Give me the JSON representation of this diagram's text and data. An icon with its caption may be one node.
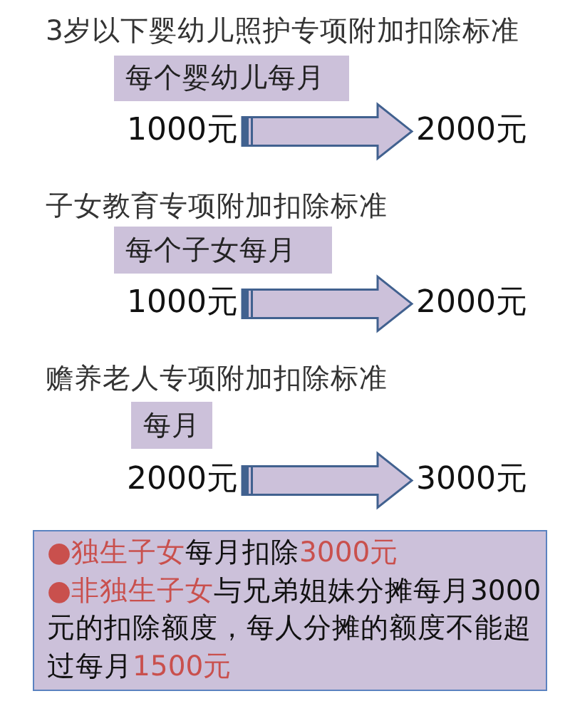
{
  "diagram": {
    "nodes": [
      {
        "text": [
          "每个婴幼儿每月"
        ]
      },
      {
        "text": [
          "1000元"
        ]
      },
      {
        "text": [
          "2000元"
        ]
      },
      {
        "text": [
          "每个子女每月"
        ]
      },
      {
        "text": [
          "1000元"
        ]
      },
      {
        "text": [
          "2000元"
        ]
      },
      {
        "text": [
          "每月"
        ]
      },
      {
        "text": [
          "2000元"
        ]
      },
      {
        "text": [
          "3000元"
        ]
      },
      {
        "text": [
          "●独生子女每月扣除3000元",
          "●非独生子女与兄弟姐妹分摊每月3000元的扣除额度，每人分摊的额度不能超过每月1500元"
        ]
      }
    ],
    "edges": [
      {
        "from": 1,
        "to": 2,
        "arrow": "to"
      },
      {
        "from": 4,
        "to": 5,
        "arrow": "to"
      },
      {
        "from": 7,
        "to": 8,
        "arrow": "to"
      }
    ],
    "labels": [
      "3岁以下婴幼儿照护专项附加扣除标准",
      "子女教育专项附加扣除标准",
      "赡养老人专项附加扣除标准"
    ]
  }
}
